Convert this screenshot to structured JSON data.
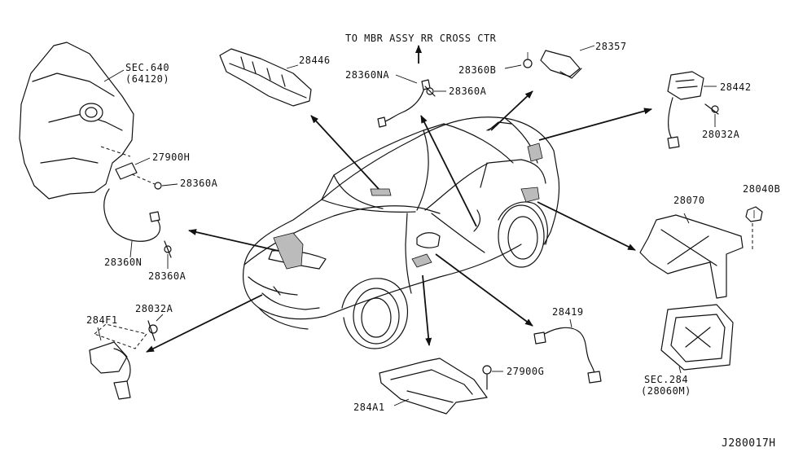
{
  "diagram": {
    "header_note": "TO MBR ASSY RR CROSS CTR",
    "diagram_id": "J280017H",
    "labels": {
      "p28446": "28446",
      "p28357": "28357",
      "p28360B": "28360B",
      "p28360NA": "28360NA",
      "p28360A_top": "28360A",
      "p28442": "28442",
      "p28032A_right": "28032A",
      "sec640": "SEC.640",
      "sec640_ref": "(64120)",
      "p27900H": "27900H",
      "p28360A_left": "28360A",
      "p28360N": "28360N",
      "p28360A_bottom": "28360A",
      "p284F1": "284F1",
      "p28032A_left": "28032A",
      "p28040B": "28040B",
      "p28070": "28070",
      "p28419": "28419",
      "p27900G": "27900G",
      "p284A1": "284A1",
      "sec284": "SEC.284",
      "sec284_ref": "(28060M)"
    }
  }
}
